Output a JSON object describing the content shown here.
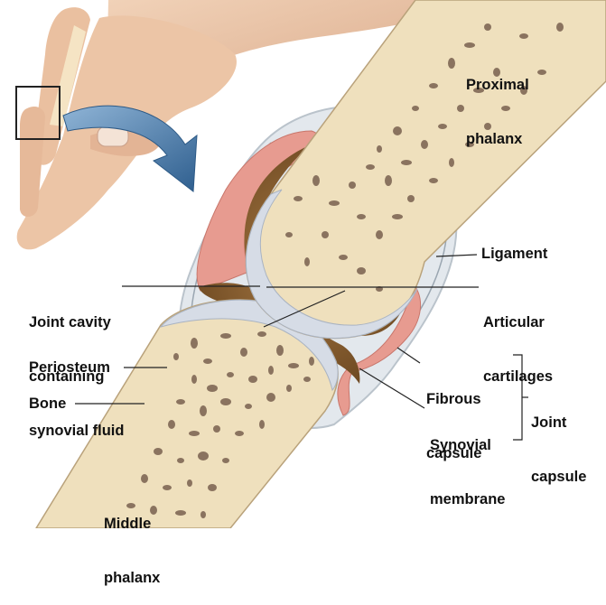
{
  "labels": {
    "proximal_phalanx": [
      "Proximal",
      "phalanx"
    ],
    "ligament": "Ligament",
    "joint_cavity": [
      "Joint cavity",
      "containing",
      "synovial fluid"
    ],
    "articular_cartilages": [
      "Articular",
      "cartilages"
    ],
    "periosteum": "Periosteum",
    "bone": "Bone",
    "fibrous_capsule": [
      "Fibrous",
      "capsule"
    ],
    "synovial_membrane": [
      "Synovial",
      "membrane"
    ],
    "joint_capsule": [
      "Joint",
      "capsule"
    ],
    "middle_phalanx": [
      "Middle",
      "phalanx"
    ]
  },
  "colors": {
    "bone": "#efe0bd",
    "marrow": "#8a735f",
    "cartilage": "#d6dce6",
    "synovial_fluid": "#7a5326",
    "synovial_membrane": "#e2948a",
    "capsule": "#c9d3db",
    "skin": "#e8bfa0",
    "arrow": "#3f6e9c"
  }
}
